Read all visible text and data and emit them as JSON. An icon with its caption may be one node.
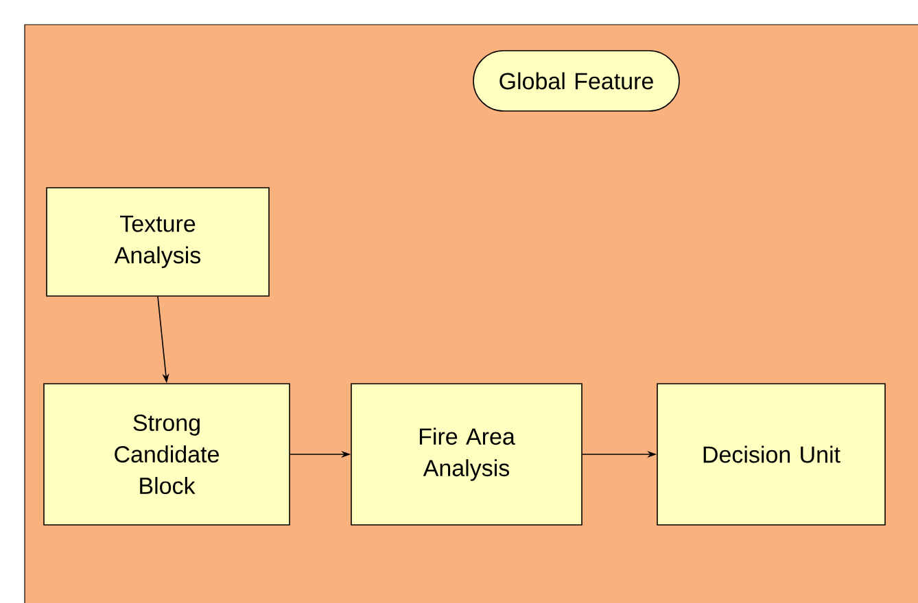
{
  "diagram": {
    "nodes": [
      {
        "text": [
          "Global Feature"
        ]
      },
      {
        "text": [
          "Texture Analysis"
        ]
      },
      {
        "text": [
          "Strong Candidate Block"
        ]
      },
      {
        "text": [
          "Fire Area Analysis"
        ]
      },
      {
        "text": [
          "Decision Unit"
        ]
      }
    ],
    "edges": [
      {
        "from": 1,
        "to": 2,
        "arrow": "to"
      },
      {
        "from": 2,
        "to": 3,
        "arrow": "to"
      },
      {
        "from": 3,
        "to": 4,
        "arrow": "to"
      }
    ]
  }
}
